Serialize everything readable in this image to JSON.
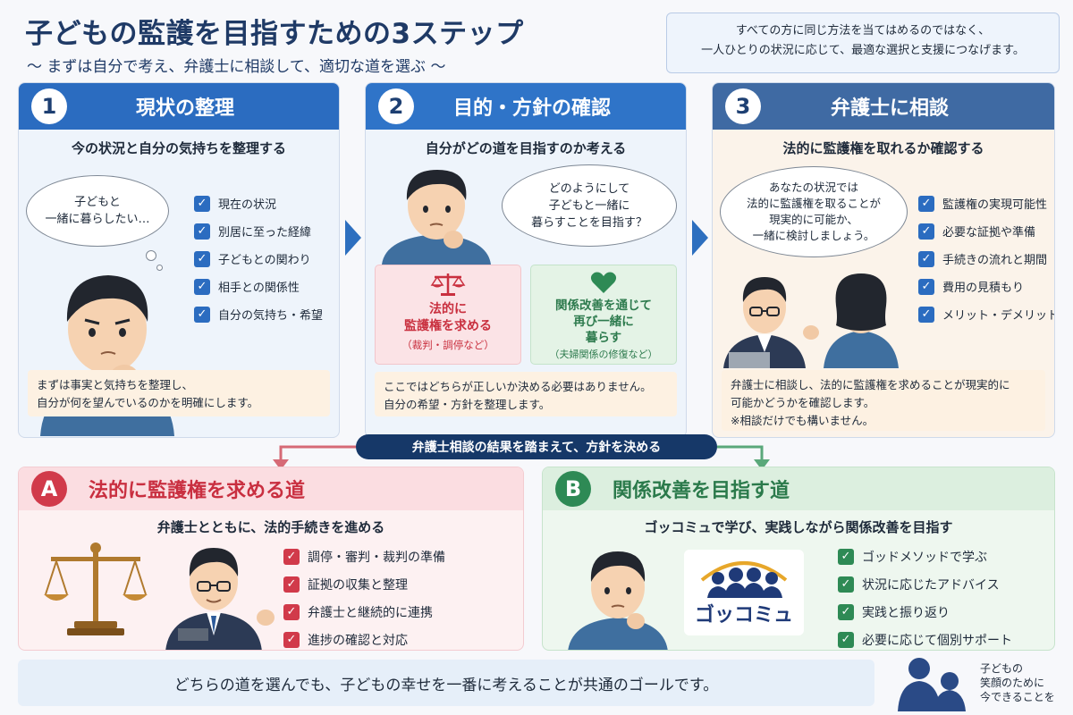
{
  "header": {
    "title": "子どもの監護を目指すための3ステップ",
    "subtitle": "〜 まずは自分で考え、弁護士に相談して、適切な道を選ぶ 〜",
    "note_line1": "すべての方に同じ方法を当てはめるのではなく、",
    "note_line2": "一人ひとりの状況に応じて、最適な選択と支援につなげます。"
  },
  "steps": [
    {
      "number": "1",
      "title": "現状の整理",
      "subtitle": "今の状況と自分の気持ちを整理する",
      "thought_line1": "子どもと",
      "thought_line2": "一緒に暮らしたい…",
      "checklist": [
        "現在の状況",
        "別居に至った経緯",
        "子どもとの関わり",
        "相手との関係性",
        "自分の気持ち・希望"
      ],
      "footnote_line1": "まずは事実と気持ちを整理し、",
      "footnote_line2": "自分が何を望んでいるのかを明確にします。"
    },
    {
      "number": "2",
      "title": "目的・方針の確認",
      "subtitle": "自分がどの道を目指すのか考える",
      "speech_line1": "どのようにして",
      "speech_line2": "子どもと一緒に",
      "speech_line3": "暮らすことを目指す？",
      "option_a_line1": "法的に",
      "option_a_line2": "監護権を求める",
      "option_a_note": "（裁判・調停など）",
      "option_b_line1": "関係改善を通じて",
      "option_b_line2": "再び一緒に",
      "option_b_line3": "暮らす",
      "option_b_note": "（夫婦関係の修復など）",
      "footnote_line1": "ここではどちらが正しいか決める必要はありません。",
      "footnote_line2": "自分の希望・方針を整理します。"
    },
    {
      "number": "3",
      "title": "弁護士に相談",
      "subtitle": "法的に監護権を取れるか確認する",
      "speech_line1": "あなたの状況では",
      "speech_line2": "法的に監護権を取ることが",
      "speech_line3": "現実的に可能か、",
      "speech_line4": "一緒に検討しましょう。",
      "checklist": [
        "監護権の実現可能性",
        "必要な証拠や準備",
        "手続きの流れと期間",
        "費用の見積もり",
        "メリット・デメリット"
      ],
      "footnote_line1": "弁護士に相談し、法的に監護権を求めることが現実的に",
      "footnote_line2": "可能かどうかを確認します。",
      "footnote_line3": "※相談だけでも構いません。"
    }
  ],
  "decision_bar": "弁護士相談の結果を踏まえて、方針を決める",
  "paths": [
    {
      "letter": "A",
      "title": "法的に監護権を求める道",
      "subtitle": "弁護士とともに、法的手続きを進める",
      "checklist": [
        "調停・審判・裁判の準備",
        "証拠の収集と整理",
        "弁護士と継続的に連携",
        "進捗の確認と対応"
      ]
    },
    {
      "letter": "B",
      "title": "関係改善を目指す道",
      "subtitle": "ゴッコミュで学び、実践しながら関係改善を目指す",
      "logo_text": "ゴッコミュ",
      "checklist": [
        "ゴッドメソッドで学ぶ",
        "状況に応じたアドバイス",
        "実践と振り返り",
        "必要に応じて個別サポート"
      ]
    }
  ],
  "goal": "どちらの道を選んでも、子どもの幸せを一番に考えることが共通のゴールです。",
  "footer_caption": {
    "line1": "子どもの",
    "line2": "笑顔のために",
    "line3": "今できることを"
  },
  "colors": {
    "step_header_1": "#2b6cc0",
    "step_header_2": "#2f74c8",
    "step_header_3": "#3f6aa3",
    "path_a": "#d13a4a",
    "path_b": "#2e8a55",
    "navy": "#163868"
  },
  "icons": [
    "scale-icon",
    "heart-icon",
    "check-icon",
    "person-icon",
    "lawyer-icon",
    "group-logo-icon"
  ]
}
